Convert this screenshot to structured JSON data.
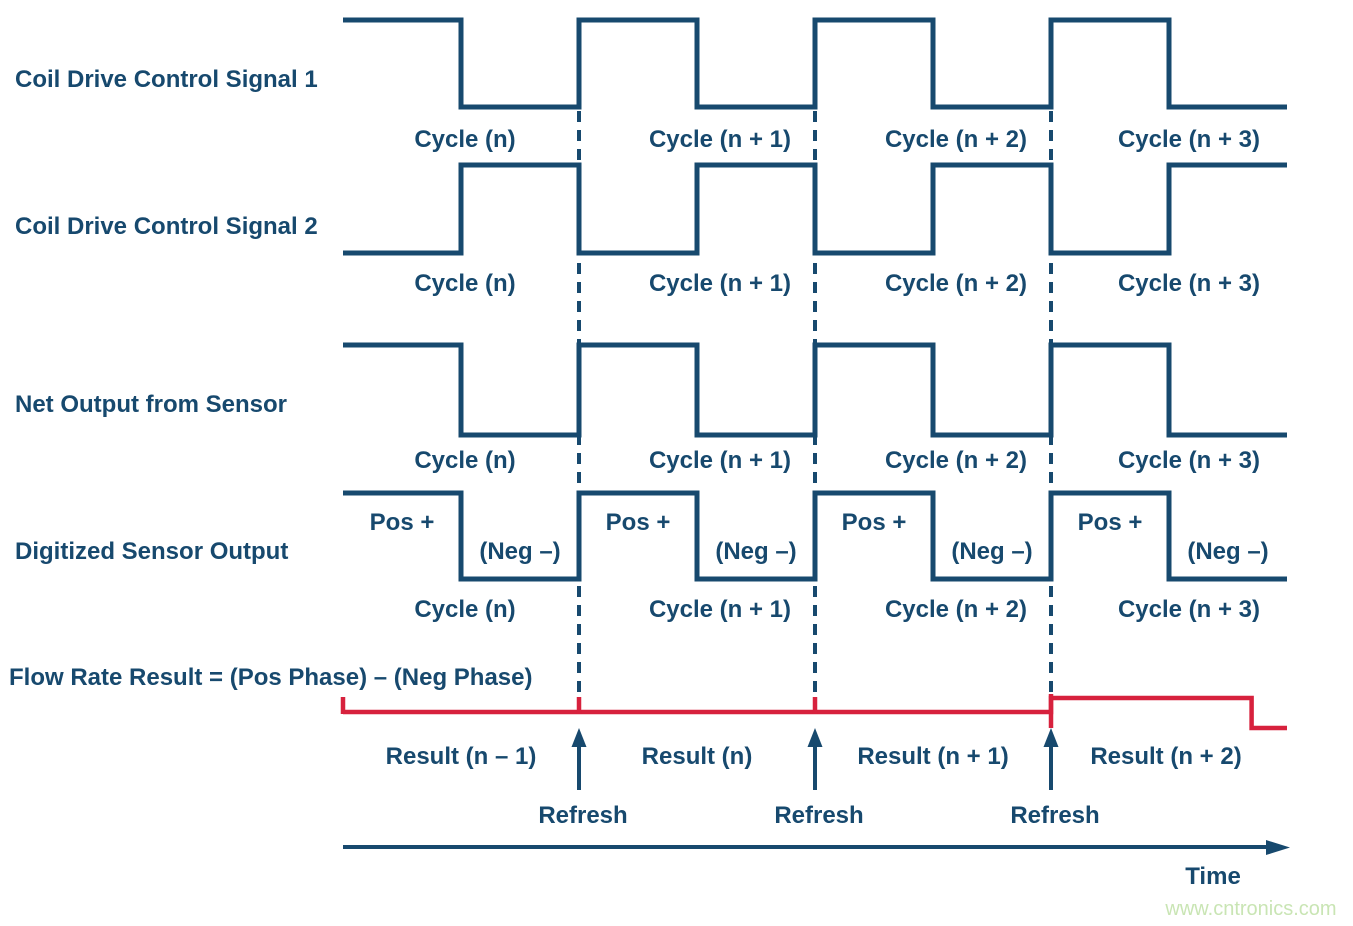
{
  "colors": {
    "line_navy": "#17496E",
    "trace_red": "#D7213D",
    "watermark_green": "#C9E5B4",
    "background": "#FFFFFF"
  },
  "signals": [
    {
      "label": "Coil Drive Control Signal 1",
      "levels_per_halfcycle": [
        1,
        0,
        1,
        0,
        1,
        0,
        1,
        0
      ]
    },
    {
      "label": "Coil Drive Control Signal 2",
      "levels_per_halfcycle": [
        0,
        1,
        0,
        1,
        0,
        1,
        0,
        1
      ]
    },
    {
      "label": "Net Output from Sensor",
      "levels_per_halfcycle": [
        1,
        0,
        1,
        0,
        1,
        0,
        1,
        0
      ]
    },
    {
      "label": "Digitized Sensor Output",
      "levels_per_halfcycle": [
        1,
        0,
        1,
        0,
        1,
        0,
        1,
        0
      ],
      "phase_labels": {
        "pos": "Pos +",
        "neg": "(Neg –)"
      }
    }
  ],
  "cycle_labels": [
    "Cycle (n)",
    "Cycle (n + 1)",
    "Cycle (n + 2)",
    "Cycle (n + 3)"
  ],
  "flow": {
    "equation": "Flow Rate Result = (Pos Phase) – (Neg Phase)",
    "result_labels": [
      "Result (n – 1)",
      "Result (n)",
      "Result (n + 1)",
      "Result (n + 2)"
    ],
    "refresh_label": "Refresh",
    "trace": {
      "points_u_level": [
        [
          0,
          0
        ],
        [
          6,
          0
        ],
        [
          6,
          1
        ],
        [
          7.7,
          1
        ],
        [
          7.7,
          -1
        ],
        [
          8,
          -1
        ]
      ],
      "tick_u": [
        0,
        2,
        4
      ],
      "tall_tick_u": [
        6
      ]
    }
  },
  "time_axis": {
    "label": "Time"
  },
  "watermark": "www.cntronics.com"
}
